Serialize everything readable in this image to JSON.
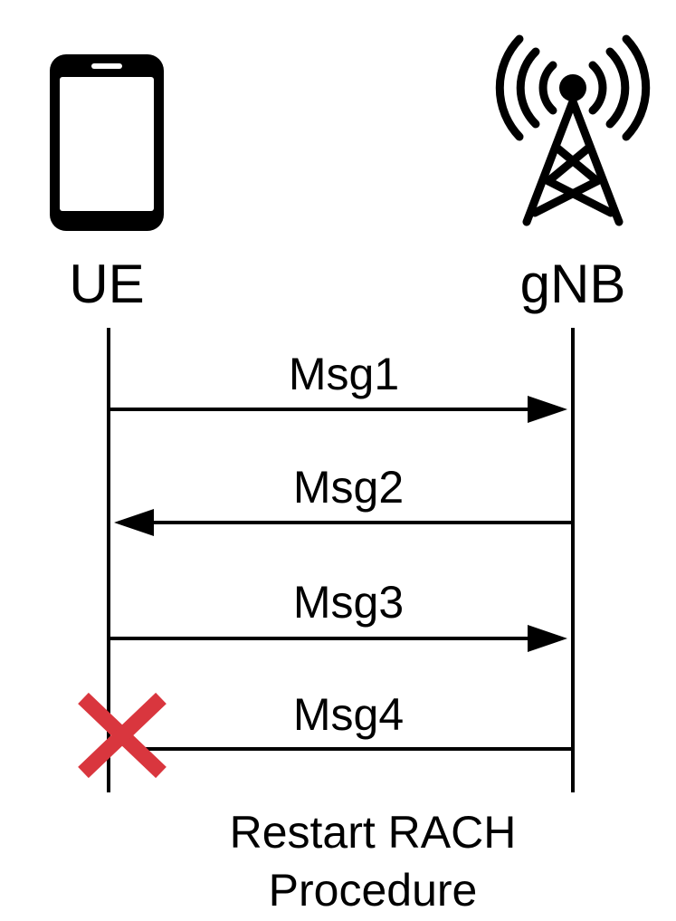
{
  "entities": {
    "ue": {
      "label": "UE",
      "icon": "smartphone-icon"
    },
    "gnb": {
      "label": "gNB",
      "icon": "cell-tower-icon"
    }
  },
  "messages": [
    {
      "label": "Msg1",
      "direction": "UE->gNB",
      "status": "ok"
    },
    {
      "label": "Msg2",
      "direction": "gNB->UE",
      "status": "ok"
    },
    {
      "label": "Msg3",
      "direction": "UE->gNB",
      "status": "ok"
    },
    {
      "label": "Msg4",
      "direction": "gNB->UE",
      "status": "failed"
    }
  ],
  "footer": {
    "line1": "Restart RACH",
    "line2": "Procedure"
  },
  "colors": {
    "line": "#000000",
    "failure_mark": "#d9363e"
  },
  "icons": {
    "failure": "red-x-icon"
  }
}
